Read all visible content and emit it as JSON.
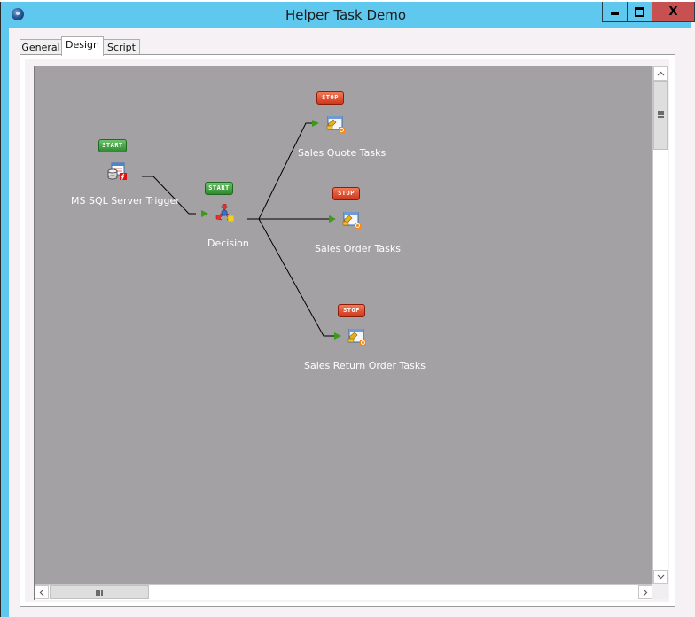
{
  "window": {
    "title": "Helper Task Demo",
    "controls": {
      "minimize": "minimize",
      "maximize": "maximize",
      "close": "X"
    }
  },
  "tabs": [
    {
      "label": "General",
      "active": false
    },
    {
      "label": "Design",
      "active": true
    },
    {
      "label": "Script",
      "active": false
    }
  ],
  "canvas": {
    "background": "#a3a1a3",
    "nodes": [
      {
        "id": "trigger",
        "badge": "START",
        "label": "MS SQL Server Trigger",
        "icon": "database-trigger-icon"
      },
      {
        "id": "decision",
        "badge": "START",
        "label": "Decision",
        "icon": "decision-icon"
      },
      {
        "id": "quote",
        "badge": "STOP",
        "label": "Sales Quote Tasks",
        "icon": "task-icon"
      },
      {
        "id": "order",
        "badge": "STOP",
        "label": "Sales Order Tasks",
        "icon": "task-icon"
      },
      {
        "id": "return",
        "badge": "STOP",
        "label": "Sales Return Order Tasks",
        "icon": "task-icon"
      }
    ],
    "connections": [
      {
        "from": "MS SQL Server Trigger",
        "to": "Decision"
      },
      {
        "from": "Decision",
        "to": "Sales Quote Tasks"
      },
      {
        "from": "Decision",
        "to": "Sales Order Tasks"
      },
      {
        "from": "Decision",
        "to": "Sales Return Order Tasks"
      }
    ]
  },
  "scrollbars": {
    "up": "^",
    "down": "v",
    "left": "<",
    "right": ">"
  },
  "colors": {
    "titlebar": "#5fc8ef",
    "close_button": "#c75050",
    "start_badge": "#3a9a3a",
    "stop_badge": "#e0482a",
    "connector_arrow": "#3a9a1a"
  }
}
